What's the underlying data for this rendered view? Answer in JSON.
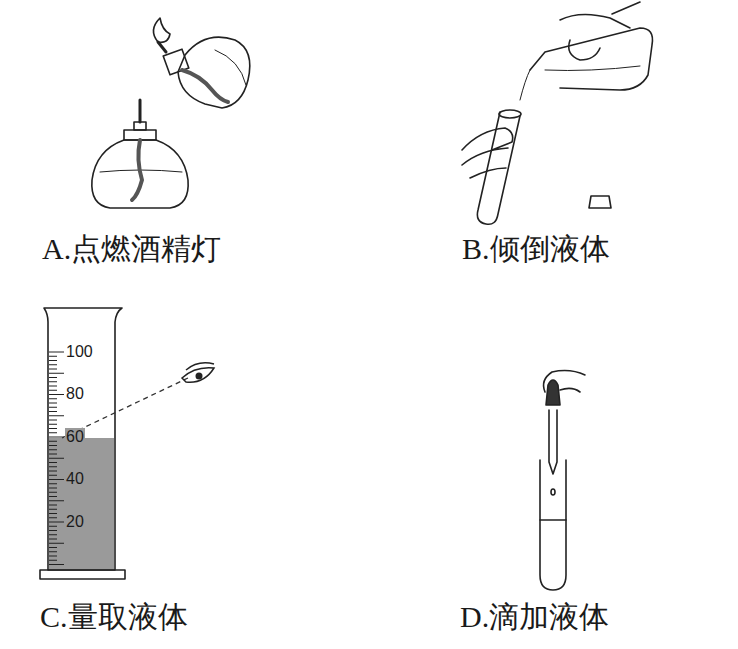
{
  "diagram": {
    "labels": [
      "A.点燃酒精灯",
      "B.倾倒液体",
      "C.量取液体",
      "D.滴加液体",
      "100",
      "80",
      "60",
      "40",
      "20"
    ]
  }
}
